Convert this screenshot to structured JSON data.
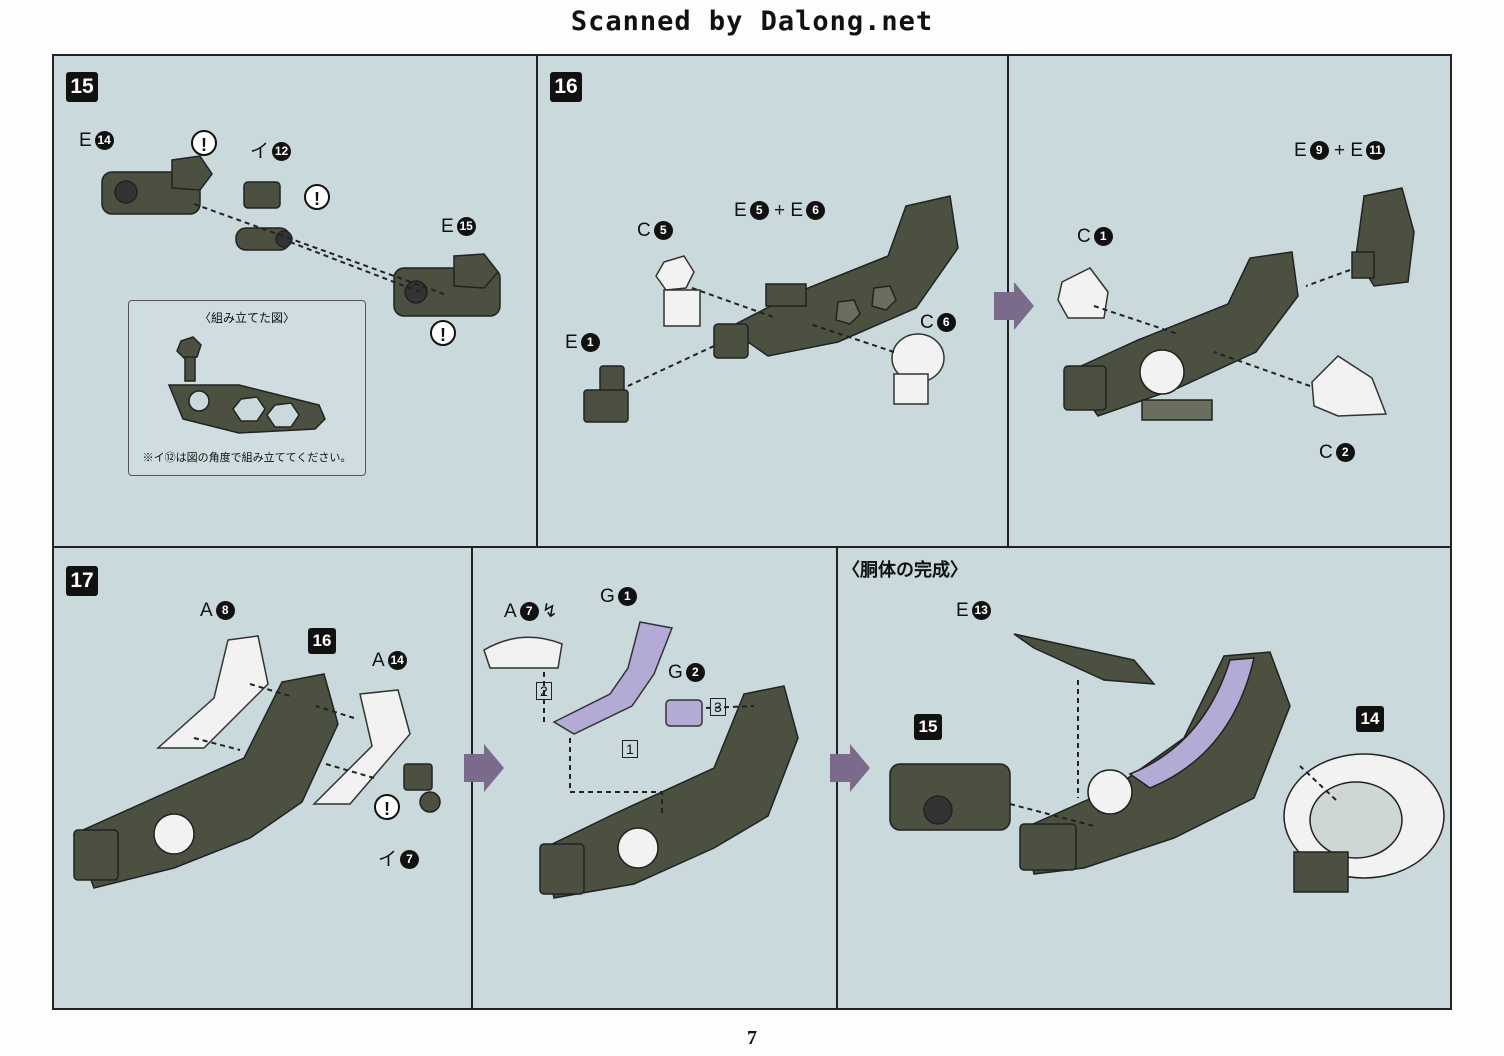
{
  "header": {
    "scan_credit": "Scanned by Dalong.net"
  },
  "step15": {
    "number": "15",
    "parts": [
      {
        "letter": "E",
        "num": "14"
      },
      {
        "letter": "イ",
        "num": "12"
      },
      {
        "letter": "E",
        "num": "15"
      }
    ],
    "inset_title": "〈組み立てた図〉",
    "inset_note": "※イ⑫は図の角度で組み立ててください。"
  },
  "step16": {
    "number": "16",
    "parts": [
      {
        "letter": "C",
        "num": "5"
      },
      {
        "letter": "E",
        "num": "5"
      },
      {
        "letter": "E",
        "num": "6"
      },
      {
        "letter": "E",
        "num": "1"
      },
      {
        "letter": "C",
        "num": "6"
      },
      {
        "letter": "C",
        "num": "1"
      },
      {
        "letter": "E",
        "num": "9"
      },
      {
        "letter": "E",
        "num": "11"
      },
      {
        "letter": "C",
        "num": "2"
      }
    ]
  },
  "step17": {
    "number": "17",
    "parts": [
      {
        "letter": "A",
        "num": "8"
      },
      {
        "letter": "A",
        "num": "14"
      },
      {
        "letter": "イ",
        "num": "7"
      },
      {
        "letter": "A",
        "num": "7"
      },
      {
        "letter": "G",
        "num": "1"
      },
      {
        "letter": "G",
        "num": "2"
      },
      {
        "letter": "E",
        "num": "13"
      }
    ],
    "ref16": "16",
    "ref15": "15",
    "ref14": "14",
    "order": [
      "2",
      "1",
      "3"
    ],
    "completion_caption": "〈胴体の完成〉"
  },
  "footer": {
    "page_number": "7"
  },
  "colors": {
    "panel_bg": "#cad9dc",
    "dark_part": "#4b5040",
    "light_part": "#f2f2f2",
    "purple_part": "#b4aad6"
  }
}
